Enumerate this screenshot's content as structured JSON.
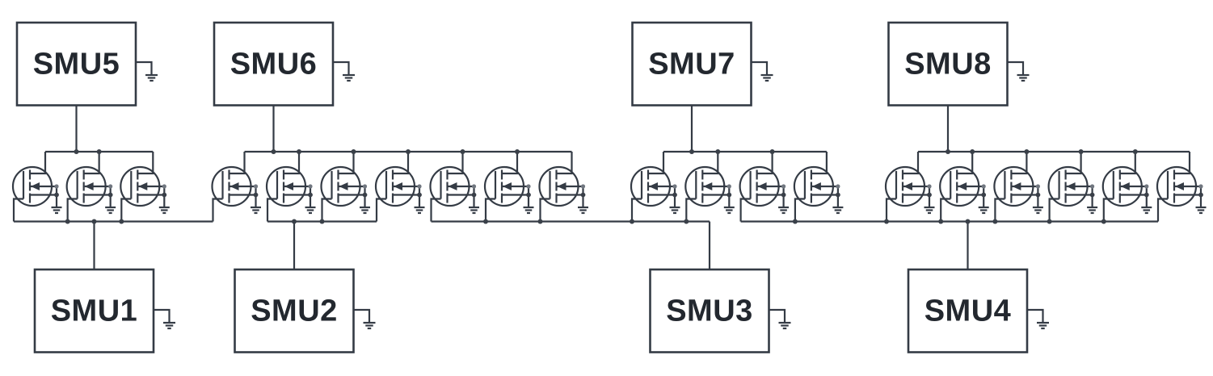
{
  "diagram": {
    "kind": "schematic",
    "mosfet_count": 20,
    "mosfet_type": "n-channel-mosfet",
    "smus": {
      "top": [
        {
          "label": "SMU5",
          "mosfet_drains": 3
        },
        {
          "label": "SMU6",
          "mosfet_drains": 7
        },
        {
          "label": "SMU7",
          "mosfet_drains": 4
        },
        {
          "label": "SMU8",
          "mosfet_drains": 6
        }
      ],
      "bottom": [
        {
          "label": "SMU1",
          "mosfet_gates": 4
        },
        {
          "label": "SMU2",
          "mosfet_gates": 3
        },
        {
          "label": "SMU3",
          "mosfet_gates": 5
        },
        {
          "label": "SMU4",
          "mosfet_gates": 8
        }
      ]
    },
    "colors": {
      "background": "#ffffff",
      "wire": "#343b45",
      "label": "#23282f",
      "junction_dot": "#3a4049",
      "body_junction_dot": "#70767f"
    }
  }
}
